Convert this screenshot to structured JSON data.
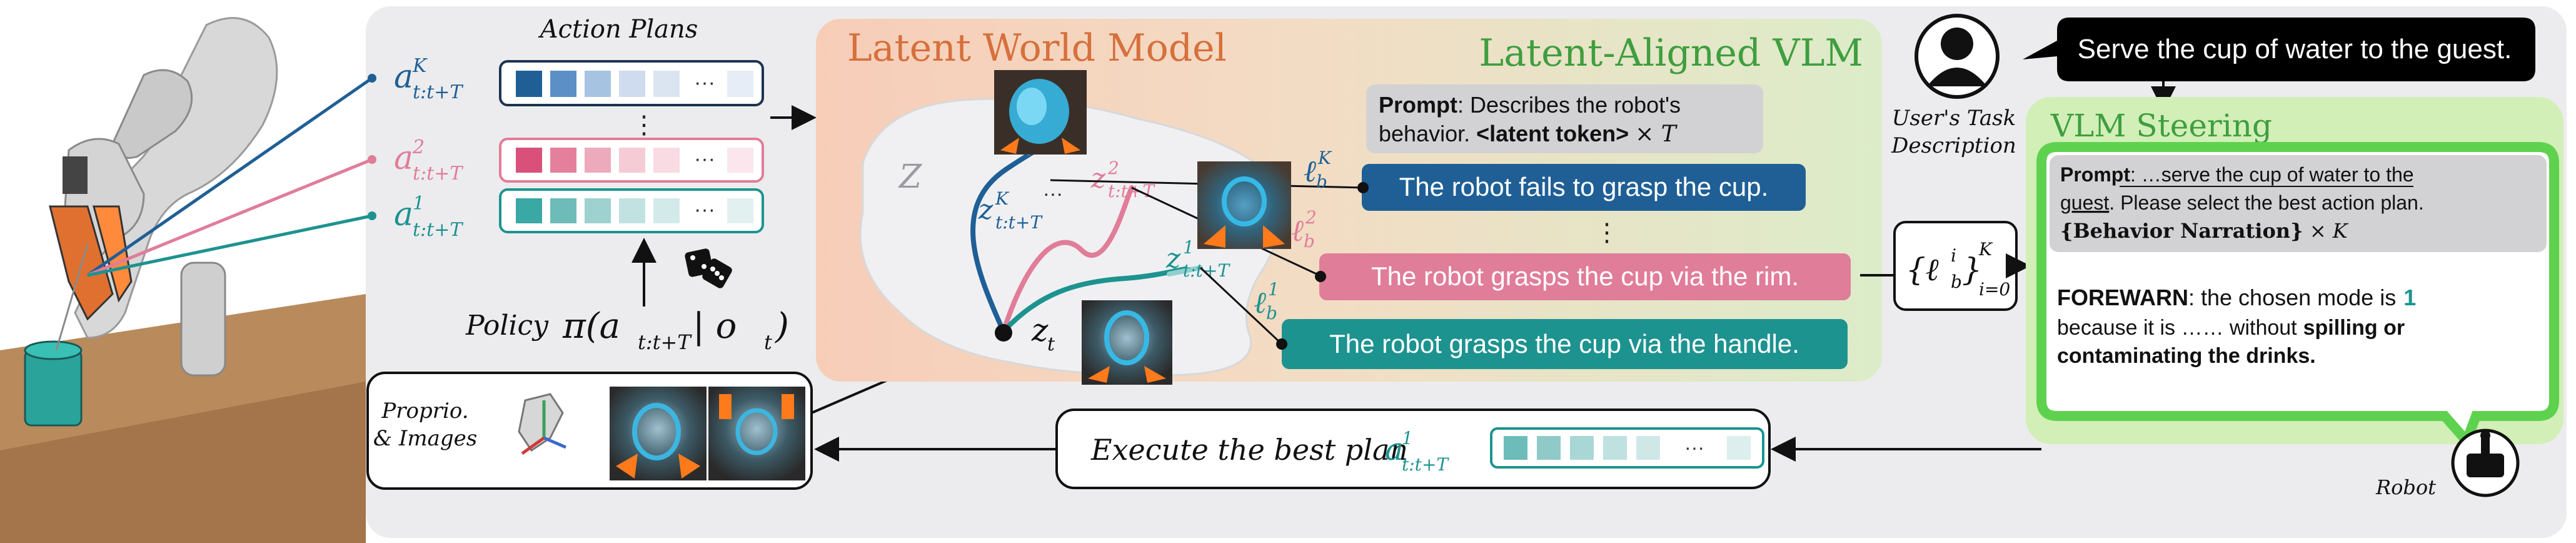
{
  "action_plans": {
    "title": "Action Plans",
    "plan_k_label": "a",
    "plan_k_sup": "K",
    "plan_k_sub": "t:t+T",
    "plan_2_label": "a",
    "plan_2_sup": "2",
    "plan_2_sub": "t:t+T",
    "plan_1_label": "a",
    "plan_1_sup": "1",
    "plan_1_sub": "t:t+T",
    "ellipsis": "⋮",
    "cell_ellipsis": "···"
  },
  "policy": {
    "label": "Policy",
    "formula_main": "π(a",
    "formula_sub": "t:t+T",
    "formula_rest": " | o",
    "formula_sub2": "t",
    "formula_end": ")"
  },
  "proprio": {
    "label_line1": "Proprio.",
    "label_line2": "& Images"
  },
  "world_model": {
    "title": "Latent World Model",
    "space_label": "Z",
    "zt_label": "z",
    "zt_sub": "t",
    "zk_label": "z",
    "zk_sup": "K",
    "zk_sub": "t:t+T",
    "z2_label": "z",
    "z2_sup": "2",
    "z2_sub": "t:t+T",
    "z1_label": "z",
    "z1_sup": "1",
    "z1_sub": "t:t+T",
    "dots": "···"
  },
  "vlm": {
    "title": "Latent-Aligned VLM",
    "prompt_bold": "Prompt",
    "prompt_text1": ": Describes the robot's",
    "prompt_text2": "behavior.",
    "prompt_latent": "<latent token>",
    "prompt_times": "× T",
    "lb_k": "ℓ",
    "lb_k_sup": "K",
    "lb_k_sub": "b",
    "lb_2": "ℓ",
    "lb_2_sup": "2",
    "lb_2_sub": "b",
    "lb_1": "ℓ",
    "lb_1_sup": "1",
    "lb_1_sub": "b",
    "narration_k": "The robot fails to grasp the cup.",
    "narration_2": "The robot grasps the cup via the rim.",
    "narration_1": "The robot grasps the cup via the handle.",
    "ellipsis": "⋮"
  },
  "set_label": {
    "main": "{ℓ",
    "sup": "i",
    "sub": "b",
    "close": "}",
    "sup2": "K",
    "sub2": "i=0"
  },
  "user": {
    "task": "Serve the cup of water to the guest.",
    "caption_line1": "User's Task",
    "caption_line2": "Description"
  },
  "steering": {
    "title": "VLM Steering",
    "prompt_bold": "Prompt",
    "prompt_l1_rest": ": …serve the cup of water to the",
    "prompt_l2_u": "guest",
    "prompt_l2_rest": ". Please select the best action plan.",
    "prompt_l3_bold": "{Behavior Narration}",
    "prompt_l3_rest": " × K",
    "forewarn": "FOREWARN",
    "fw_l1_rest": ": the chosen mode is",
    "fw_choice": "1",
    "fw_l2": "because it is …… without",
    "fw_l2_bold": "spilling or",
    "fw_l3_bold": "contaminating the drinks."
  },
  "execute": {
    "label": "Execute the best plan",
    "plan_label": "a",
    "plan_sup": "1",
    "plan_sub": "t:t+T",
    "cell_ellipsis": "···"
  },
  "robot_label": "Robot",
  "colors": {
    "plan_k": "#1f5f96",
    "plan_2": "#e07d99",
    "plan_1": "#1d9390",
    "world_model_bg": "#f6d2bf",
    "vlm_bg": "#dbecc8",
    "steering_bg": "#d2efb8",
    "steering_border": "#5ed24e",
    "main_panel_bg": "#ececee"
  }
}
